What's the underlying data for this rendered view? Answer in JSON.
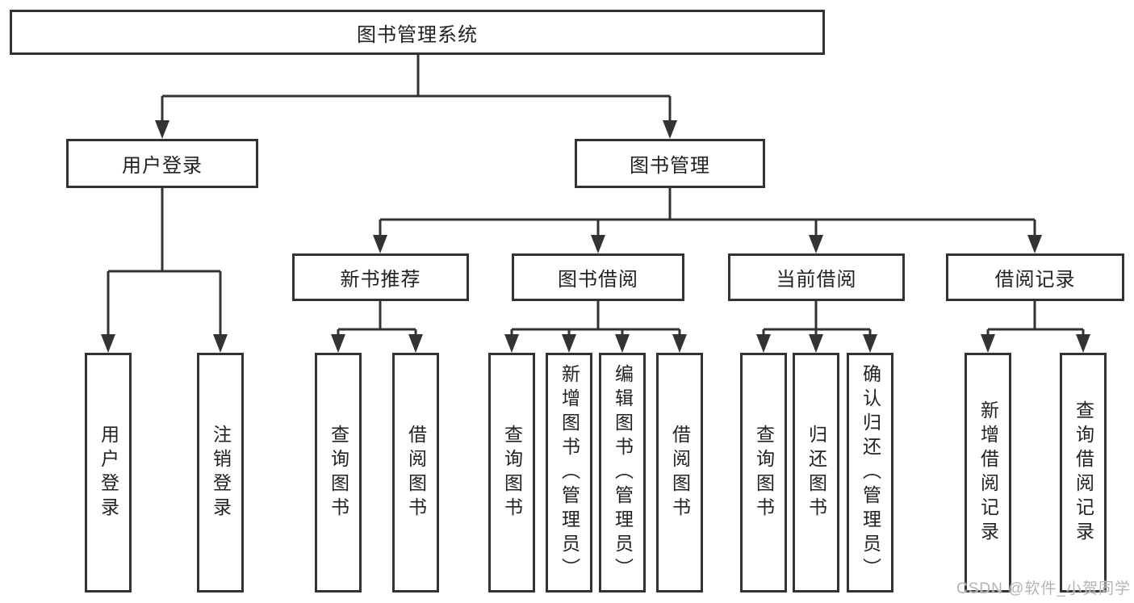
{
  "colors": {
    "line": "#333333",
    "box_border": "#333333",
    "text": "#222222",
    "watermark": "#b4b4b4",
    "background": "#ffffff"
  },
  "tree": {
    "label": "图书管理系统",
    "children": [
      {
        "label": "用户登录",
        "children": [
          {
            "label": "用户登录"
          },
          {
            "label": "注销登录"
          }
        ]
      },
      {
        "label": "图书管理",
        "children": [
          {
            "label": "新书推荐",
            "children": [
              {
                "label": "查询图书"
              },
              {
                "label": "借阅图书"
              }
            ]
          },
          {
            "label": "图书借阅",
            "children": [
              {
                "label": "查询图书"
              },
              {
                "label": "新增图书（管理员）"
              },
              {
                "label": "编辑图书（管理员）"
              },
              {
                "label": "借阅图书"
              }
            ]
          },
          {
            "label": "当前借阅",
            "children": [
              {
                "label": "查询图书"
              },
              {
                "label": "归还图书"
              },
              {
                "label": "确认归还（管理员）"
              }
            ]
          },
          {
            "label": "借阅记录",
            "children": [
              {
                "label": "新增借阅记录"
              },
              {
                "label": "查询借阅记录"
              }
            ]
          }
        ]
      }
    ]
  },
  "watermark": {
    "text": "CSDN @软件_小贺同学"
  }
}
